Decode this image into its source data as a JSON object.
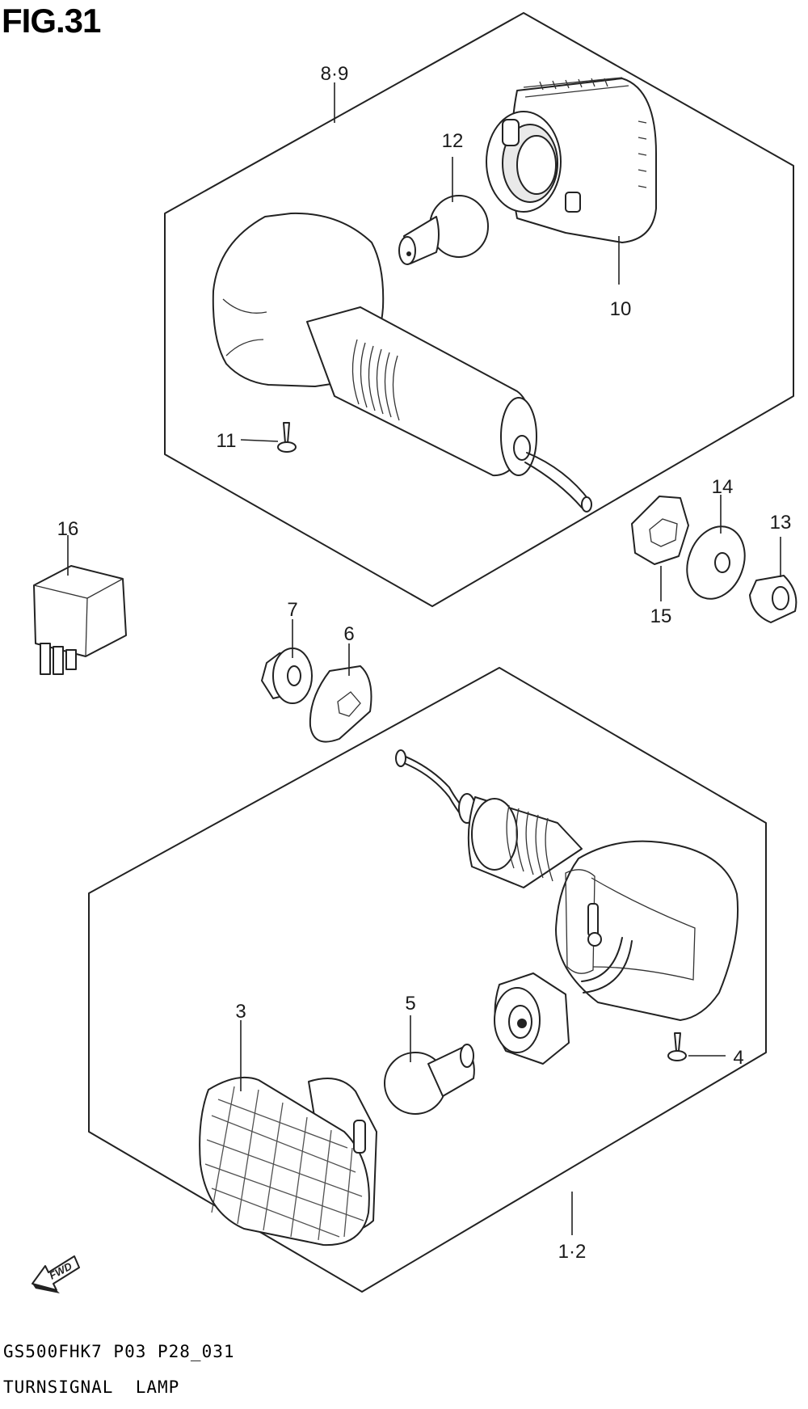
{
  "figure": {
    "title": "FIG.31"
  },
  "footer": {
    "model_code": "GS500FHK7 P03 P28_031",
    "caption": "TURNSIGNAL  LAMP"
  },
  "fwd_label": "FWD",
  "parts": {
    "p8_9": "8·9",
    "p12": "12",
    "p10": "10",
    "p11": "11",
    "p16": "16",
    "p14": "14",
    "p13": "13",
    "p15": "15",
    "p7": "7",
    "p6": "6",
    "p3": "3",
    "p5": "5",
    "p4": "4",
    "p1_2": "1·2"
  }
}
